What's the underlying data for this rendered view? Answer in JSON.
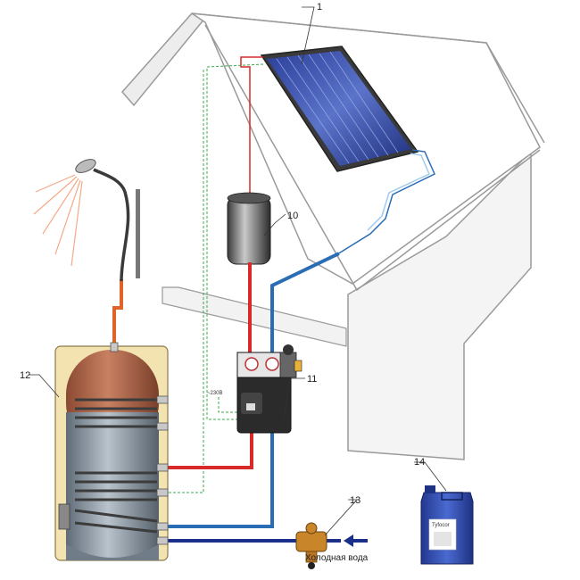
{
  "callouts": {
    "c1": "1",
    "c10": "10",
    "c11": "11",
    "c12": "12",
    "c13": "13",
    "c14": "14"
  },
  "labels": {
    "cold_water": "Холодная вода",
    "mains_voltage": "~230В",
    "canister_brand": "Tyfocor"
  },
  "colors": {
    "hot_pipe": "#d92a2a",
    "cold_pipe": "#2a6db5",
    "cold_inlet_pipe": "#1b2f8a",
    "tank_copper": "#b86c4a",
    "tank_steel": "#8c98a4",
    "tank_jacket": "#f3e3b0",
    "canister": "#2f4fb8",
    "signal_line": "#3aa84a",
    "shower_pipe": "#e0632a"
  }
}
